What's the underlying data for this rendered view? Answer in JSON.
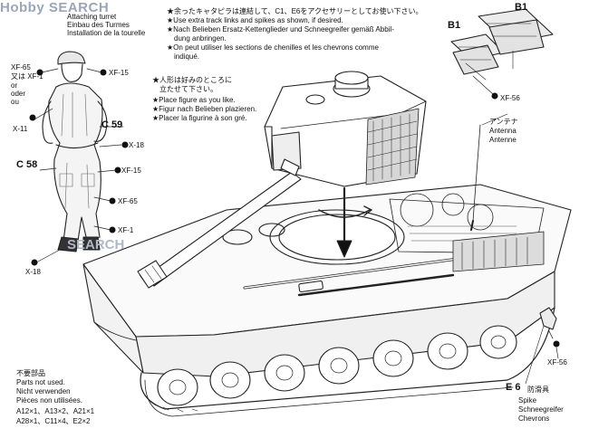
{
  "watermark": {
    "top": "Hobby SEARCH",
    "mid": "SEARCH"
  },
  "turret_caption": [
    "Attaching turret",
    "Einbau des Turmes",
    "Installation de la tourelle"
  ],
  "track_note": [
    "余ったキャタピラは連結して、C1、E6をアクセサリーとしてお使い下さい。",
    "Use extra track links and spikes as shown, if desired.",
    "Nach Belieben Ersatz-Kettenglieder und Schneegreifer gemäß Abbil-",
    "dung anbringen.",
    "On peut utiliser les sections de chenilles et les chevrons comme",
    "indiqué."
  ],
  "figure_note": [
    "人形は好みのところに",
    "立たせて下さい。",
    "Place figure as you like.",
    "Figur nach Belieben plazieren.",
    "Placer la figurine à son gré."
  ],
  "paints": {
    "xf65_top": "XF-65",
    "xf1_top": "又は XF-1",
    "or": "or",
    "oder": "oder",
    "ou": "ou",
    "xf15_top": "XF-15",
    "x11": "X-11",
    "x18_a": "X-18",
    "xf15_b": "XF-15",
    "xf65_b": "XF-65",
    "xf1_b": "XF-1",
    "x18_b": "X-18",
    "xf56_a": "XF-56",
    "xf56_b": "XF-56"
  },
  "parts": {
    "c59": "C 59",
    "c58": "C 58",
    "b1_a": "B1",
    "b1_b": "B1",
    "e6": "E 6"
  },
  "antenna": [
    "アンテナ",
    "Antenna",
    "Antenne"
  ],
  "spike": [
    "防滑具",
    "Spike",
    "Schneegreifer",
    "Chevrons"
  ],
  "unused": {
    "lines": [
      "不要部品",
      "Parts not used.",
      "Nicht verwenden",
      "Pièces non utilisées."
    ],
    "parts_lines": [
      "A12×1、A13×2、A21×1",
      "A28×1、C11×4、E2×2"
    ]
  }
}
